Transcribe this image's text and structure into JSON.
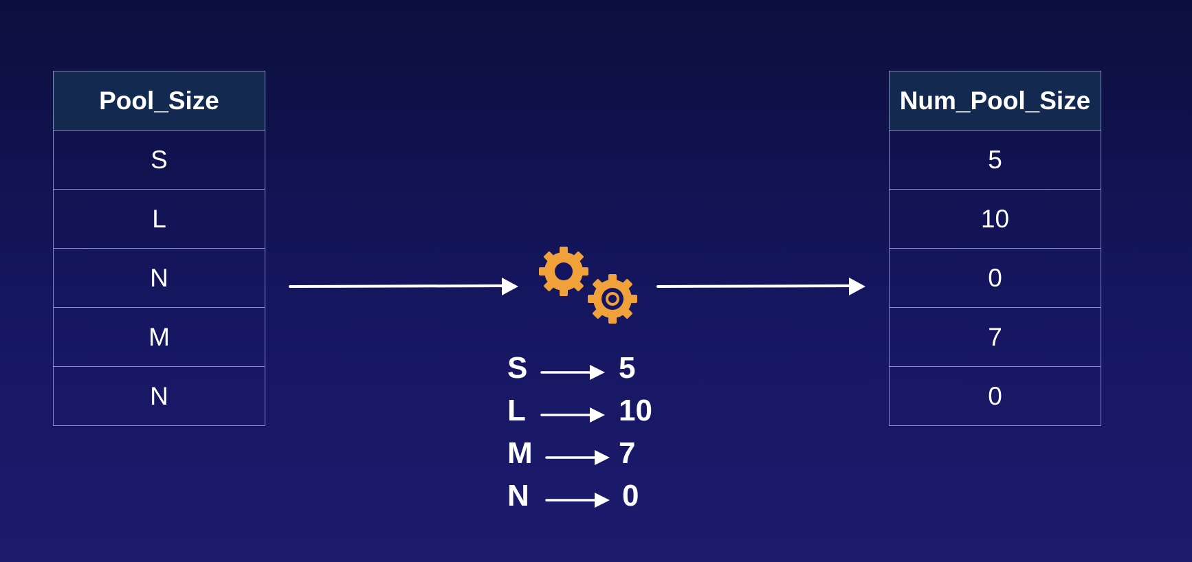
{
  "input_table": {
    "header": "Pool_Size",
    "rows": [
      "S",
      "L",
      "N",
      "M",
      "N"
    ]
  },
  "output_table": {
    "header": "Num_Pool_Size",
    "rows": [
      "5",
      "10",
      "0",
      "7",
      "0"
    ]
  },
  "mapping": [
    {
      "key": "S",
      "value": "5"
    },
    {
      "key": "L",
      "value": "10"
    },
    {
      "key": "M",
      "value": "7"
    },
    {
      "key": "N",
      "value": "0"
    }
  ],
  "colors": {
    "background_top": "#0c0f3e",
    "background_bottom": "#1e1b6e",
    "header_fill": "#13294f",
    "gear": "#f0a13a",
    "text": "#ffffff"
  },
  "icons": [
    "gears-icon",
    "arrow-right-icon"
  ]
}
